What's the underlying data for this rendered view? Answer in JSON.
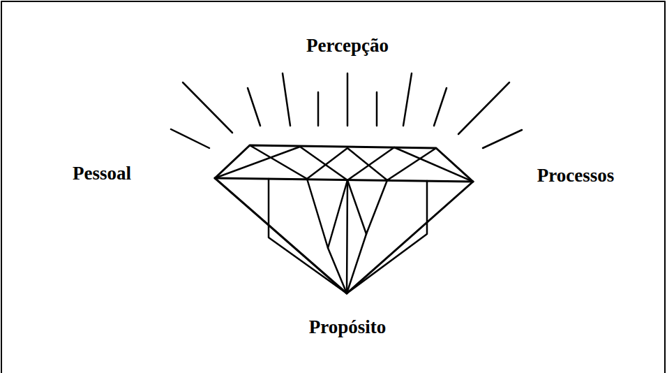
{
  "diagram": {
    "labels": [
      "Percepção",
      "Pessoal",
      "Processos",
      "Propósito"
    ]
  }
}
